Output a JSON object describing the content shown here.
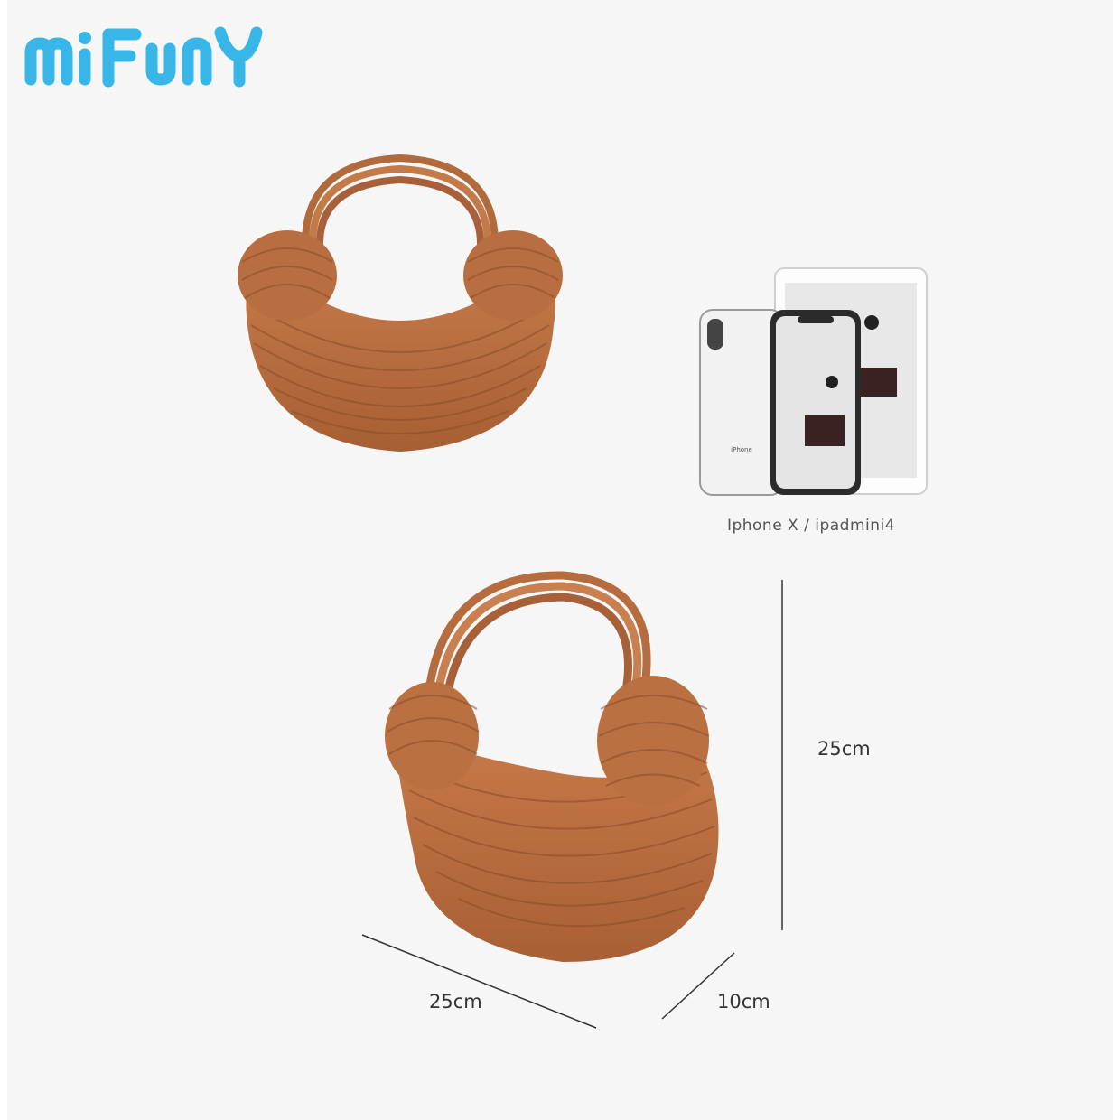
{
  "brand": {
    "logo_text": "MIFUNY",
    "logo_color": "#38b6e8"
  },
  "devices": {
    "caption": "Iphone X / ipadmini4",
    "phone_model_text": "iPhone"
  },
  "dimensions": {
    "height_label": "25cm",
    "width_label": "25cm",
    "depth_label": "10cm"
  },
  "colors": {
    "background": "#f6f6f6",
    "leather": "#b36a3e",
    "leather_dark": "#8a4a26",
    "leather_light": "#d08a5a"
  }
}
